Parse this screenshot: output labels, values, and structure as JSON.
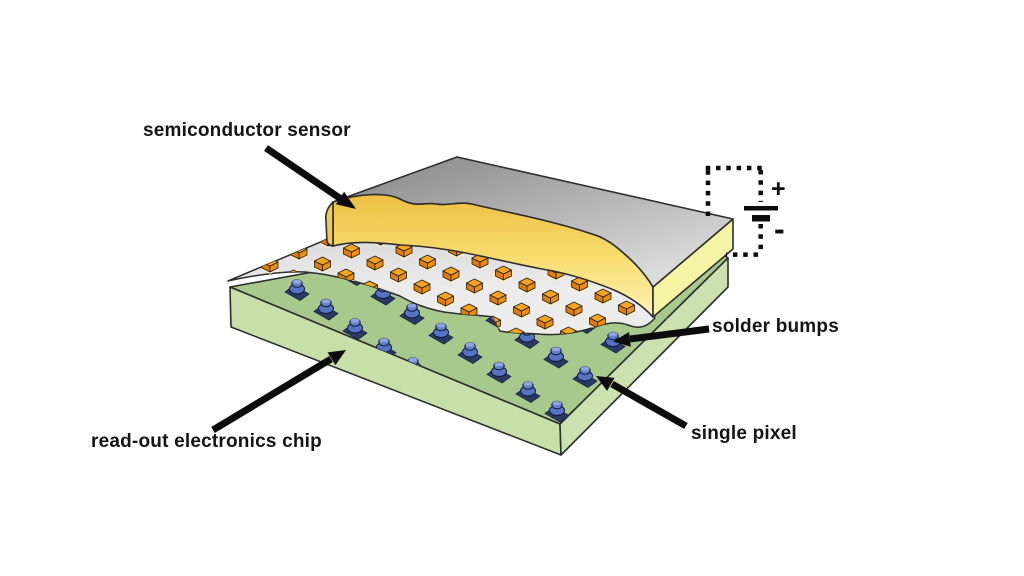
{
  "figure": {
    "background": "#ffffff",
    "labels": {
      "sensor": "semiconductor sensor",
      "chip": "read-out electronics chip",
      "solder_bumps": "solder bumps",
      "single_pixel": "single pixel"
    },
    "circuit": {
      "plus": "+",
      "minus": "-"
    },
    "pad_grid": {
      "rows": 9,
      "cols": 9
    },
    "bump_grid": {
      "rows": 10,
      "cols": 10
    },
    "colors": {
      "board_top": "#a7c98b",
      "board_front": "#c7dfa9",
      "board_side": "#cbe1af",
      "pad": "#2b3a63",
      "bump_body": "#5573c5",
      "bump_mid": "#6280cf",
      "bump_cap": "#8fa6e0",
      "sheet_dark": "#d6d6d6",
      "sheet_light": "#ececec",
      "slab_back": "#969696",
      "slab_front": "#dcdcdc",
      "band_top": "#eec044",
      "band_mid": "#f7dc6e",
      "band_light": "#fbeca0",
      "band_pale": "#fdf6cd",
      "band_cap": "#f0c95c",
      "slab_side": "#f4f4a4",
      "cube_top": "#f9a41f",
      "cube_left": "#e07c0a",
      "cube_right": "#ed8d13",
      "cube_base": "#ffefc2",
      "outline": "#2e2e2e",
      "ink": "#0c0c0c"
    }
  }
}
